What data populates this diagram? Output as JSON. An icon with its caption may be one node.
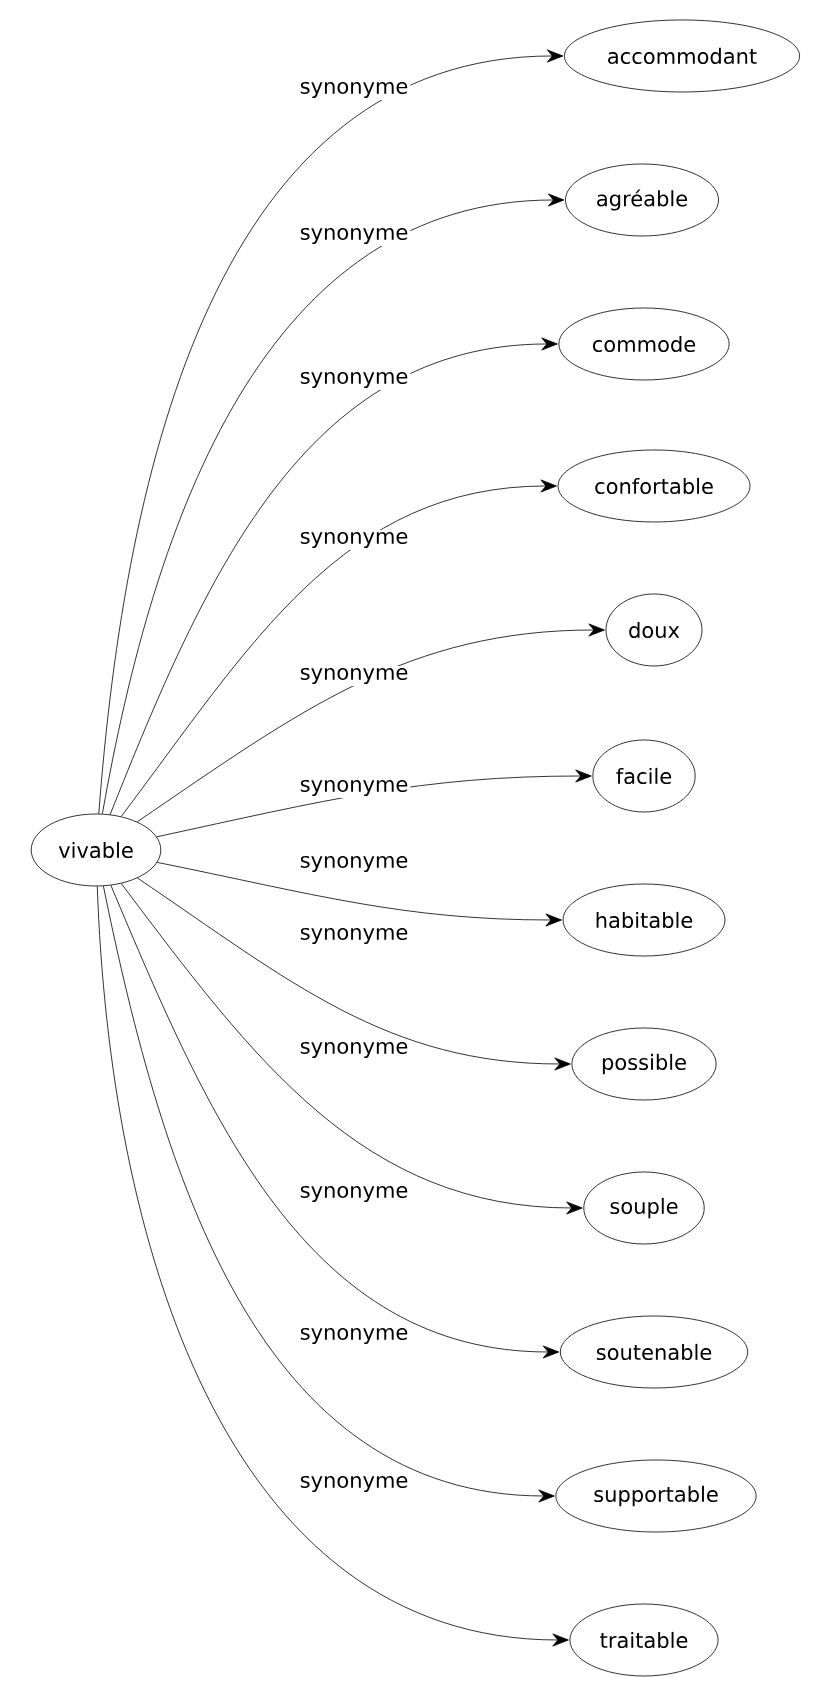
{
  "diagram": {
    "nodes": [
      {
        "text": [
          "vivable"
        ]
      },
      {
        "text": [
          "accommodant"
        ]
      },
      {
        "text": [
          "agréable"
        ]
      },
      {
        "text": [
          "commode"
        ]
      },
      {
        "text": [
          "confortable"
        ]
      },
      {
        "text": [
          "doux"
        ]
      },
      {
        "text": [
          "facile"
        ]
      },
      {
        "text": [
          "habitable"
        ]
      },
      {
        "text": [
          "possible"
        ]
      },
      {
        "text": [
          "souple"
        ]
      },
      {
        "text": [
          "soutenable"
        ]
      },
      {
        "text": [
          "supportable"
        ]
      },
      {
        "text": [
          "traitable"
        ]
      }
    ],
    "edges": [
      {
        "from": 0,
        "to": 1,
        "arrow": "to",
        "label": "synonyme"
      },
      {
        "from": 0,
        "to": 2,
        "arrow": "to",
        "label": "synonyme"
      },
      {
        "from": 0,
        "to": 3,
        "arrow": "to",
        "label": "synonyme"
      },
      {
        "from": 0,
        "to": 4,
        "arrow": "to",
        "label": "synonyme"
      },
      {
        "from": 0,
        "to": 5,
        "arrow": "to",
        "label": "synonyme"
      },
      {
        "from": 0,
        "to": 6,
        "arrow": "to",
        "label": "synonyme"
      },
      {
        "from": 0,
        "to": 7,
        "arrow": "to",
        "label": "synonyme"
      },
      {
        "from": 0,
        "to": 8,
        "arrow": "to",
        "label": "synonyme"
      },
      {
        "from": 0,
        "to": 9,
        "arrow": "to",
        "label": "synonyme"
      },
      {
        "from": 0,
        "to": 10,
        "arrow": "to",
        "label": "synonyme"
      },
      {
        "from": 0,
        "to": 11,
        "arrow": "to",
        "label": "synonyme"
      },
      {
        "from": 0,
        "to": 12,
        "arrow": "to",
        "label": "synonyme"
      }
    ]
  }
}
